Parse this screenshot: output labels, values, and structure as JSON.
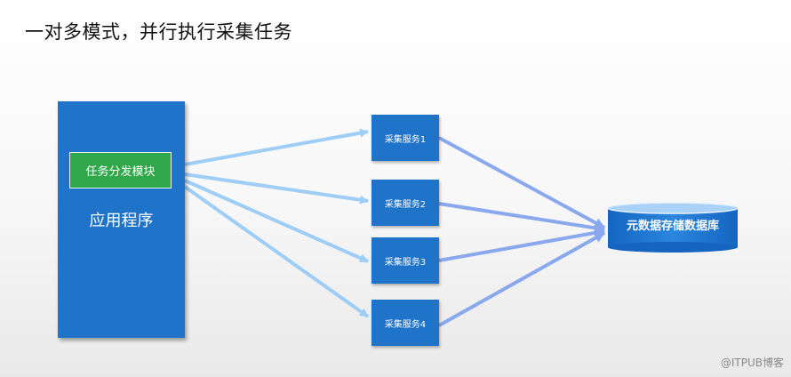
{
  "slide": {
    "title": "一对多模式，并行执行采集任务"
  },
  "diagram": {
    "app_label": "应用程序",
    "module_label": "任务分发模块",
    "services": [
      "采集服务1",
      "采集服务2",
      "采集服务3",
      "采集服务4"
    ],
    "database_label": "元数据存储数据库"
  },
  "colors": {
    "box_blue": "#1f73c8",
    "module_green": "#2ea84a",
    "fanout_arrow": "#9ecdf6",
    "fanin_arrow": "#89a8ee"
  },
  "watermark": "@ITPUB博客"
}
